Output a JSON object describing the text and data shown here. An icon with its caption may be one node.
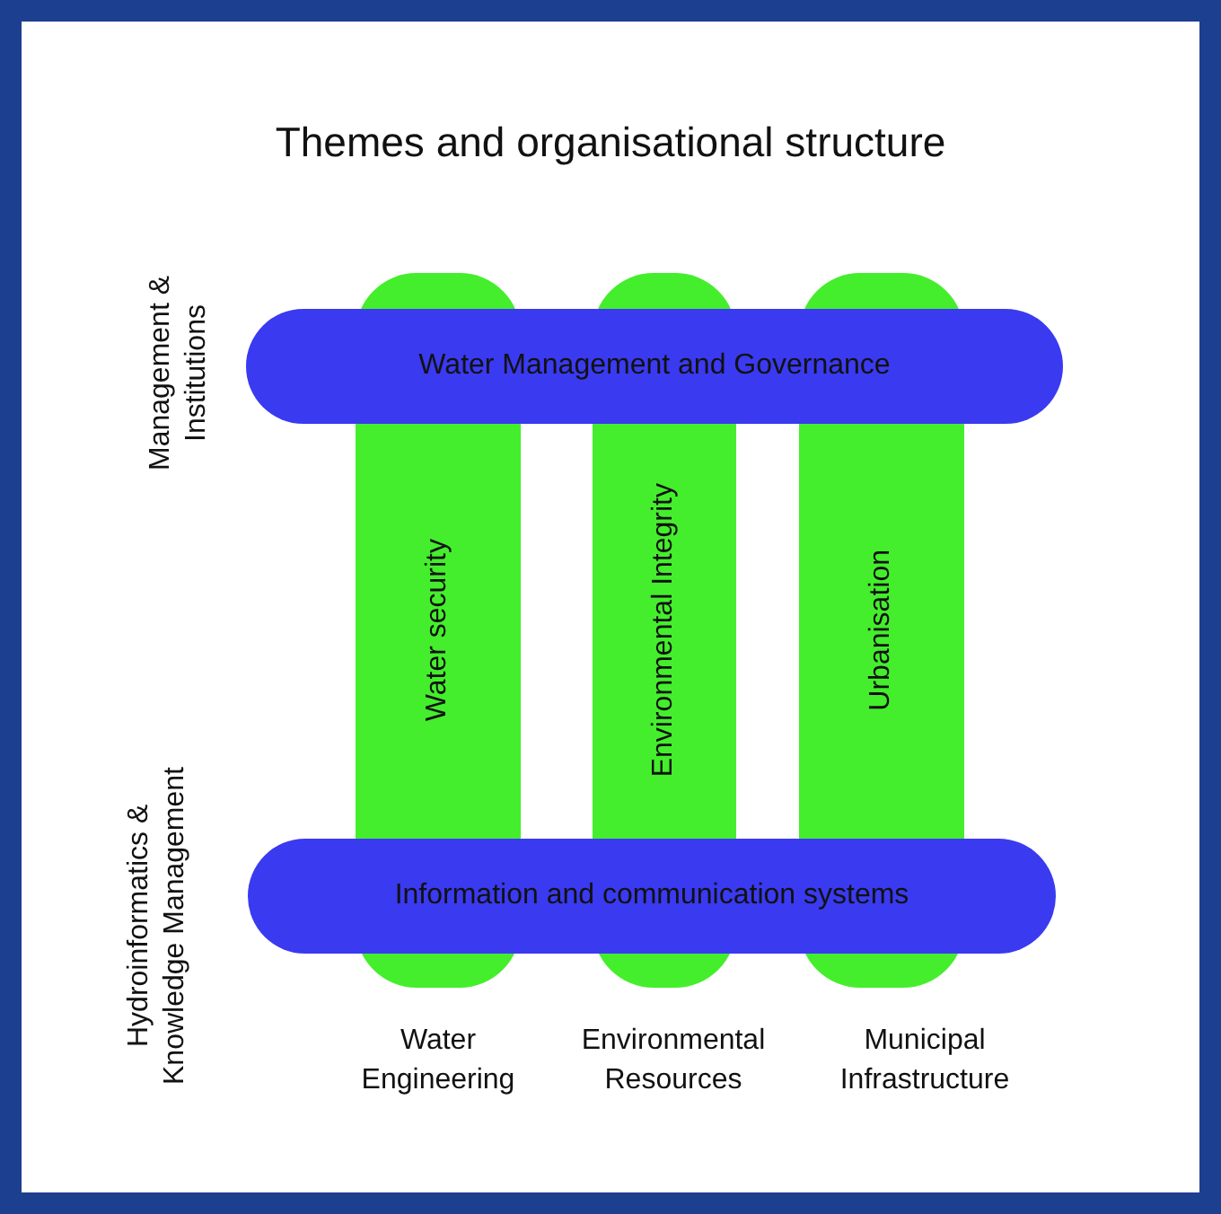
{
  "diagram": {
    "title": "Themes and organisational structure",
    "nodes": [
      {
        "text": [
          "Water Management and Governance"
        ],
        "beside": [
          "Management & Institutions"
        ]
      },
      {
        "text": [
          "Water security"
        ],
        "beside": [
          "Water Engineering"
        ]
      },
      {
        "text": [
          "Environmental Integrity"
        ],
        "beside": [
          "Environmental Resources"
        ]
      },
      {
        "text": [
          "Urbanisation"
        ],
        "beside": [
          "Municipal Infrastructure"
        ]
      },
      {
        "text": [
          "Information and communication systems"
        ],
        "beside": [
          "Hydroinformatics & Knowledge Management"
        ]
      }
    ]
  }
}
